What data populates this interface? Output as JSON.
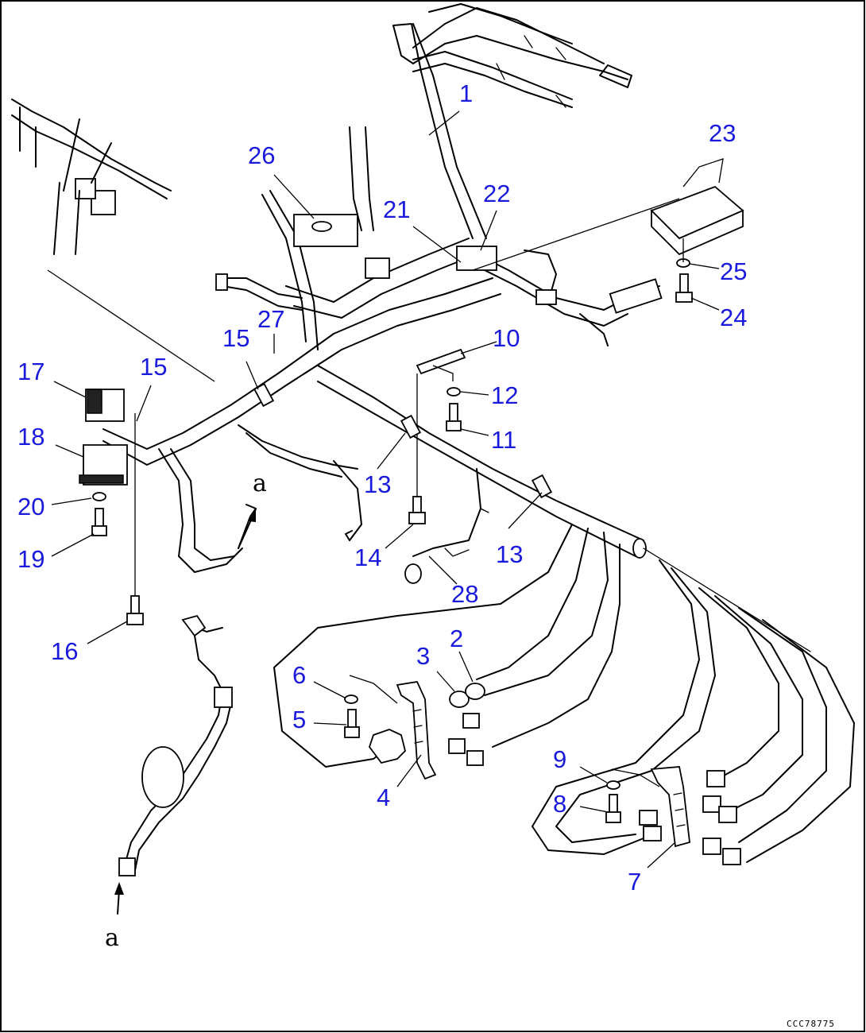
{
  "callouts": [
    {
      "id": "1",
      "label": "1"
    },
    {
      "id": "2",
      "label": "2"
    },
    {
      "id": "3",
      "label": "3"
    },
    {
      "id": "4",
      "label": "4"
    },
    {
      "id": "5",
      "label": "5"
    },
    {
      "id": "6",
      "label": "6"
    },
    {
      "id": "7",
      "label": "7"
    },
    {
      "id": "8",
      "label": "8"
    },
    {
      "id": "9",
      "label": "9"
    },
    {
      "id": "10",
      "label": "10"
    },
    {
      "id": "11",
      "label": "11"
    },
    {
      "id": "12",
      "label": "12"
    },
    {
      "id": "13a",
      "label": "13"
    },
    {
      "id": "13b",
      "label": "13"
    },
    {
      "id": "14",
      "label": "14"
    },
    {
      "id": "15a",
      "label": "15"
    },
    {
      "id": "15b",
      "label": "15"
    },
    {
      "id": "16",
      "label": "16"
    },
    {
      "id": "17",
      "label": "17"
    },
    {
      "id": "18",
      "label": "18"
    },
    {
      "id": "19",
      "label": "19"
    },
    {
      "id": "20",
      "label": "20"
    },
    {
      "id": "21",
      "label": "21"
    },
    {
      "id": "22",
      "label": "22"
    },
    {
      "id": "23",
      "label": "23"
    },
    {
      "id": "24",
      "label": "24"
    },
    {
      "id": "25",
      "label": "25"
    },
    {
      "id": "26",
      "label": "26"
    },
    {
      "id": "27",
      "label": "27"
    },
    {
      "id": "28",
      "label": "28"
    }
  ],
  "references": {
    "a_upper": "a",
    "a_lower": "a"
  },
  "drawing_code": "CCC78775",
  "colors": {
    "callout": "#1a1adc",
    "line": "#000000",
    "background": "#ffffff"
  }
}
